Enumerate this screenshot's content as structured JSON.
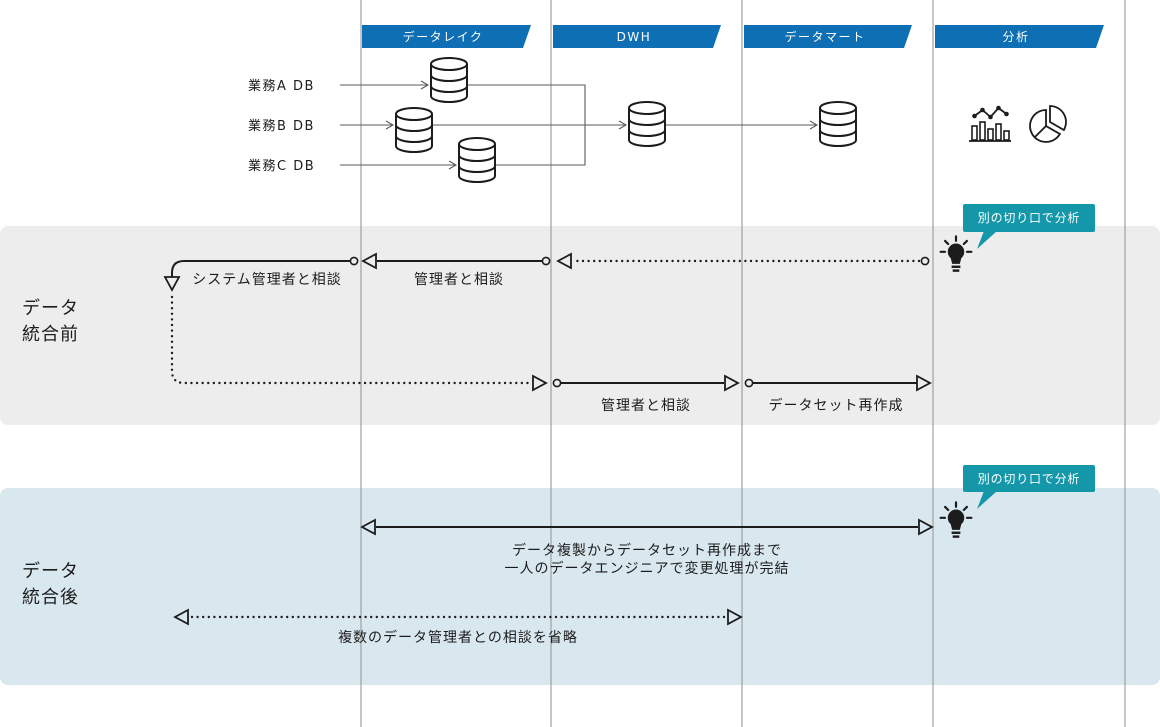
{
  "columns": [
    {
      "label": "データレイク"
    },
    {
      "label": "DWH"
    },
    {
      "label": "データマート"
    },
    {
      "label": "分析"
    }
  ],
  "sources": [
    {
      "label": "業務A DB"
    },
    {
      "label": "業務B DB"
    },
    {
      "label": "業務C DB"
    }
  ],
  "before": {
    "title_lines": [
      "データ",
      "統合前"
    ],
    "callout": "別の切り口で分析",
    "ask_dwh_admin": "管理者と相談",
    "ask_system_admin": "システム管理者と相談",
    "ask_datamart_admin": "管理者と相談",
    "rebuild_dataset": "データセット再作成"
  },
  "after": {
    "title_lines": [
      "データ",
      "統合後"
    ],
    "callout": "別の切り口で分析",
    "engineer_note_lines": [
      "データ複製からデータセット再作成まで",
      "一人のデータエンジニアで変更処理が完結"
    ],
    "skip_note": "複数のデータ管理者との相談を省略"
  },
  "icons": {
    "store": "database-icon",
    "idea": "lightbulb-icon",
    "trend_chart": "bar-line-chart-icon",
    "pie_chart": "pie-chart-icon"
  },
  "colors": {
    "header": "#0e6fb4",
    "callout": "#1597aa",
    "band_before": "#ededed",
    "band_after": "#d9e7ef",
    "divider": "#a0a0a0"
  }
}
